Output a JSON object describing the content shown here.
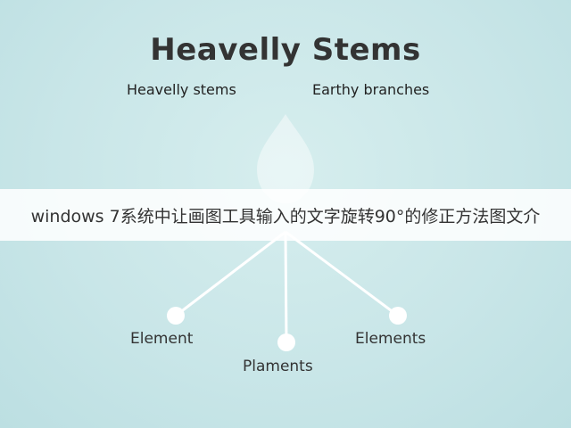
{
  "diagram": {
    "title": "Heavelly Stems",
    "left_heading": "Heavelly stems",
    "right_heading": "Earthy branches",
    "nodes": {
      "left": "Element",
      "middle": "Plaments",
      "right": "Elements"
    }
  },
  "banner": {
    "text": "windows 7系统中让画图工具输入的文字旋转90°的修正方法图文介"
  },
  "colors": {
    "background": "#c9e6e8",
    "lines": "#ffffff",
    "text": "#333333"
  }
}
